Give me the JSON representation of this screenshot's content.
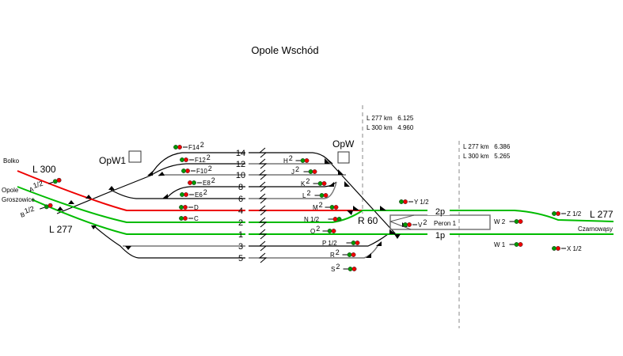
{
  "title": "Opole Wschód",
  "colors": {
    "l300": "#ee0000",
    "l277": "#00bb00",
    "track_black": "#000000",
    "track_grey": "#777777",
    "signal_red": "#ee0000",
    "signal_green": "#009900",
    "kilometer_line": "#888888"
  },
  "lines": {
    "l300": {
      "label": "L 300",
      "origin": "Bolko"
    },
    "l277_west": {
      "label": "L 277",
      "origin_line1": "Opole",
      "origin_line2": "Groszowice"
    },
    "l277_east": {
      "label": "L 277",
      "destination": "Czarnowąsy"
    }
  },
  "signal_boxes": [
    {
      "id": "OpW1",
      "label": "OpW1"
    },
    {
      "id": "OpW",
      "label": "OpW"
    }
  ],
  "km_markers": [
    {
      "line1": "L 277 km   6.125",
      "line2": "L 300 km   4.960"
    },
    {
      "line1": "L 277 km   6.386",
      "line2": "L 300 km   5.265"
    }
  ],
  "tracks": [
    {
      "number": "14",
      "status": "normal"
    },
    {
      "number": "12",
      "status": "normal"
    },
    {
      "number": "10",
      "status": "normal"
    },
    {
      "number": "8",
      "status": "normal"
    },
    {
      "number": "6",
      "status": "normal"
    },
    {
      "number": "4",
      "status": "L300"
    },
    {
      "number": "2",
      "status": "L277"
    },
    {
      "number": "1",
      "status": "L277"
    },
    {
      "number": "3",
      "status": "normal"
    },
    {
      "number": "5",
      "status": "normal"
    }
  ],
  "station_tracks": [
    {
      "number": "2p"
    },
    {
      "number": "1p"
    }
  ],
  "platform": {
    "label": "Peron 1"
  },
  "junction": {
    "label": "R 60"
  },
  "signals": {
    "west": [
      {
        "name": "A",
        "sup": "1/2"
      },
      {
        "name": "B",
        "sup": "1/2"
      }
    ],
    "yard_west": [
      {
        "name": "F14",
        "sup": "2"
      },
      {
        "name": "F12",
        "sup": "2"
      },
      {
        "name": "F10",
        "sup": "2"
      },
      {
        "name": "E8",
        "sup": "2"
      },
      {
        "name": "E6",
        "sup": "2"
      },
      {
        "name": "D",
        "sup": ""
      },
      {
        "name": "C",
        "sup": ""
      }
    ],
    "yard_east": [
      {
        "name": "H",
        "sup": "2"
      },
      {
        "name": "J",
        "sup": "2"
      },
      {
        "name": "K",
        "sup": "2"
      },
      {
        "name": "L",
        "sup": "2"
      },
      {
        "name": "M",
        "sup": "2"
      },
      {
        "name": "N 1/2",
        "sup": ""
      },
      {
        "name": "O",
        "sup": "2"
      },
      {
        "name": "P 1/2",
        "sup": ""
      },
      {
        "name": "R",
        "sup": "2"
      },
      {
        "name": "S",
        "sup": "2"
      }
    ],
    "east": [
      {
        "name": "Y 1/2",
        "sup": ""
      },
      {
        "name": "V",
        "sup": "2"
      },
      {
        "name": "W 2",
        "sup": ""
      },
      {
        "name": "W 1",
        "sup": ""
      },
      {
        "name": "Z 1/2",
        "sup": ""
      },
      {
        "name": "X 1/2",
        "sup": ""
      }
    ]
  }
}
